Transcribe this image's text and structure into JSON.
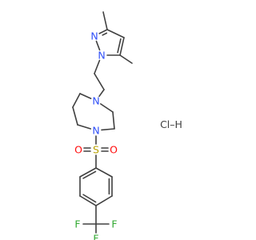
{
  "molecule": {
    "salt_label": "Cl–H",
    "atoms": {
      "n_pyrazole_1": "N",
      "n_pyrazole_2": "N",
      "n_diazepane_1": "N",
      "n_diazepane_2": "N",
      "sulfur": "S",
      "oxygen_left": "O",
      "oxygen_right": "O",
      "fluorine_left": "F",
      "fluorine_center": "F",
      "fluorine_right": "F"
    },
    "colors": {
      "nitrogen": "#3050F8",
      "oxygen": "#FF0D0D",
      "sulfur": "#B8A000",
      "fluorine": "#33AA33",
      "bond": "#404040"
    }
  }
}
